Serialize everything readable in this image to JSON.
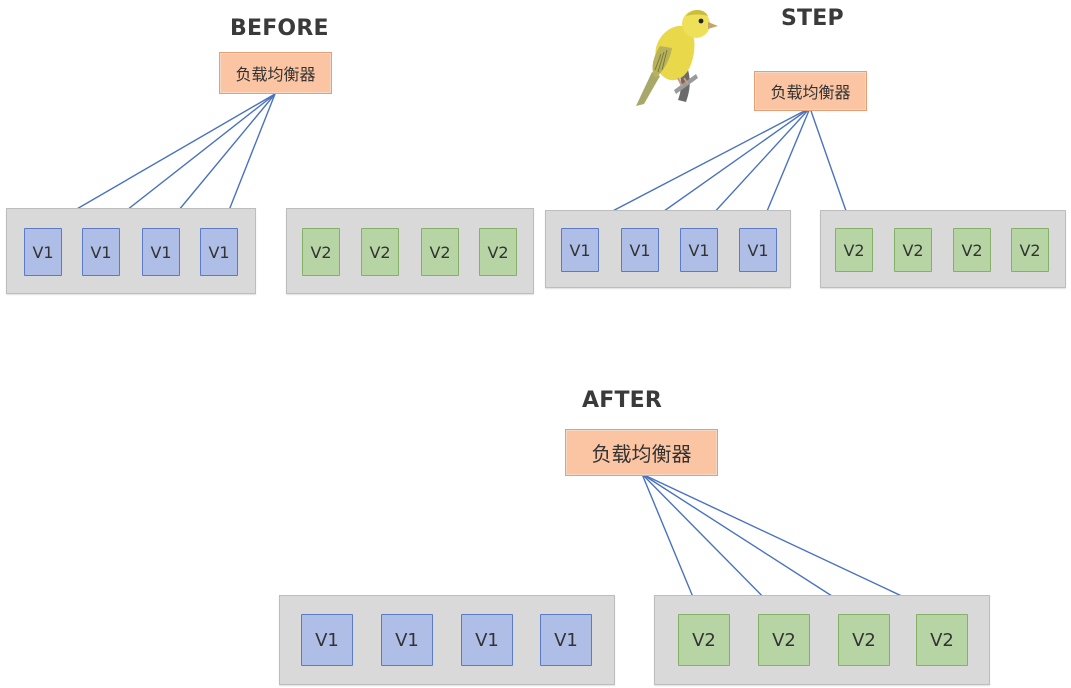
{
  "titles": {
    "before": "BEFORE",
    "step": "STEP",
    "after": "AFTER"
  },
  "load_balancer": {
    "label": "负载均衡器"
  },
  "nodes": {
    "v1": "V1",
    "v2": "V2"
  },
  "colors": {
    "v1_fill": "#aebee6",
    "v1_border": "#5b7bc4",
    "v2_fill": "#b7d5a4",
    "v2_border": "#86b06a",
    "lb_fill": "#fbc4a2",
    "pool_fill": "#d9d9d9",
    "arrow": "#4a72c0"
  },
  "icons": {
    "canary": "canary-bird-icon"
  }
}
